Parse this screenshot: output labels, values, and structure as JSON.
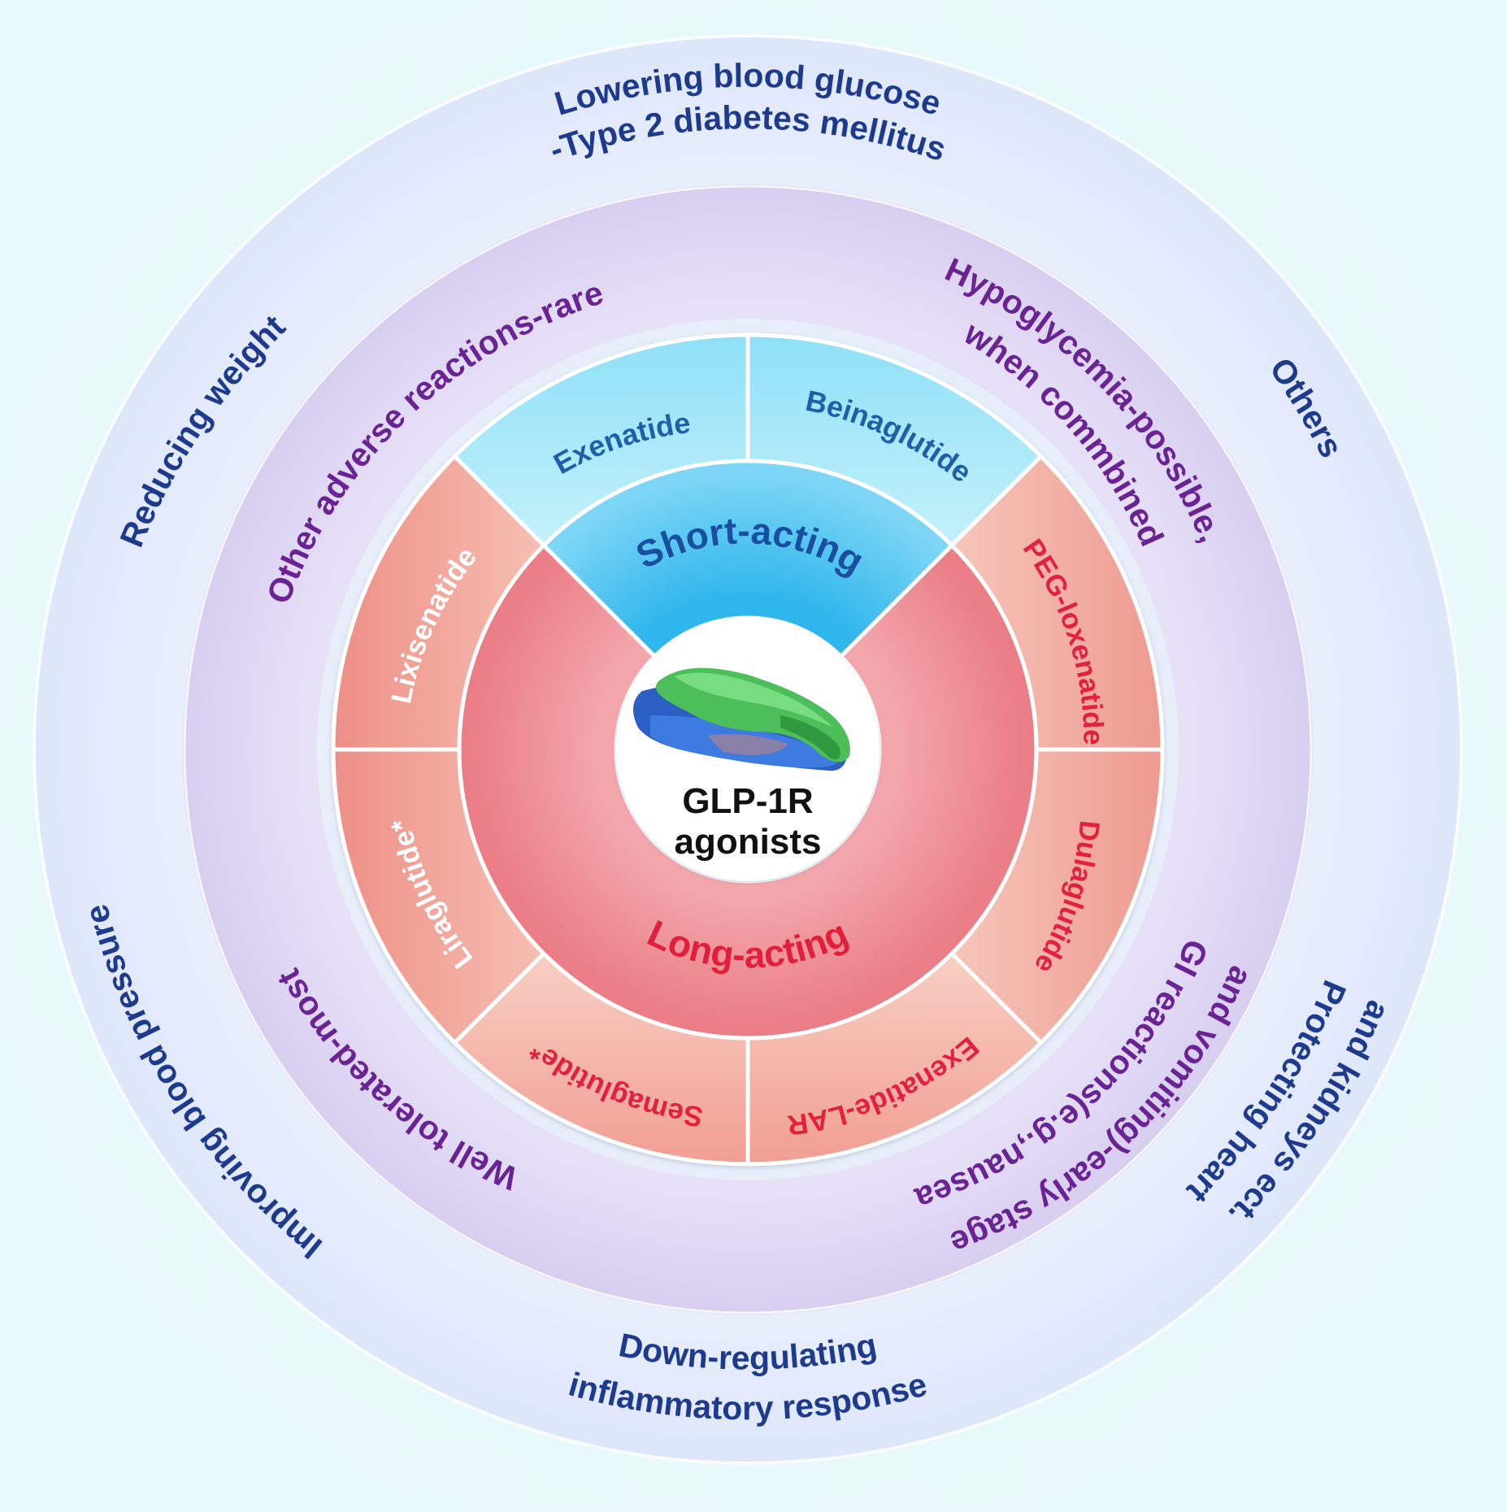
{
  "center": {
    "line1": "GLP-1R",
    "line2": "agonists",
    "icon": "glp1r-protein-icon"
  },
  "categories": {
    "short_acting": "Short-acting",
    "long_acting": "Long-acting"
  },
  "drugs": {
    "exenatide": "Exenatide",
    "beinaglutide": "Beinaglutide",
    "peg_loxenatide": "PEG-loxenatide",
    "dulaglutide": "Dulaglutide",
    "exenatide_lar": "Exenatide-LAR",
    "semaglutide": "Semaglutide*",
    "liraglutide": "Liraglutide*",
    "lixisenatide": "Lixisenatide"
  },
  "adverse_reactions": {
    "other_rare": "Other adverse reactions-rare",
    "hypoglycemia_line1": "Hypoglycemia-possible,",
    "hypoglycemia_line2": "when commbined",
    "gi_line1": "GI reactions(e.g.,nausea",
    "gi_line2": "and vomiting)-early stage",
    "well_tolerated": "Well tolerated-most"
  },
  "benefits": {
    "glucose_line1": "Lowering blood glucose",
    "glucose_line2": "-Type 2 diabetes mellitus",
    "others": "Others",
    "heart_line1": "Protecting heart",
    "heart_line2": "and kidneys ect.",
    "inflammation_line1": "Down-regulating",
    "inflammation_line2": "inflammatory response",
    "blood_pressure": "Improving blood pressure",
    "weight": "Reducing weight"
  },
  "colors": {
    "short_acting": "#45c2ee",
    "long_acting": "#ef8f95",
    "drug_ring_red": "#f3a39a",
    "drug_ring_blue": "#9be3f6",
    "inner_ring": "#dcd6f3",
    "outer_ring": "#e4ecfb",
    "text_blue": "#1e3a8c",
    "text_purple": "#6a2393",
    "text_red": "#e2213f"
  }
}
